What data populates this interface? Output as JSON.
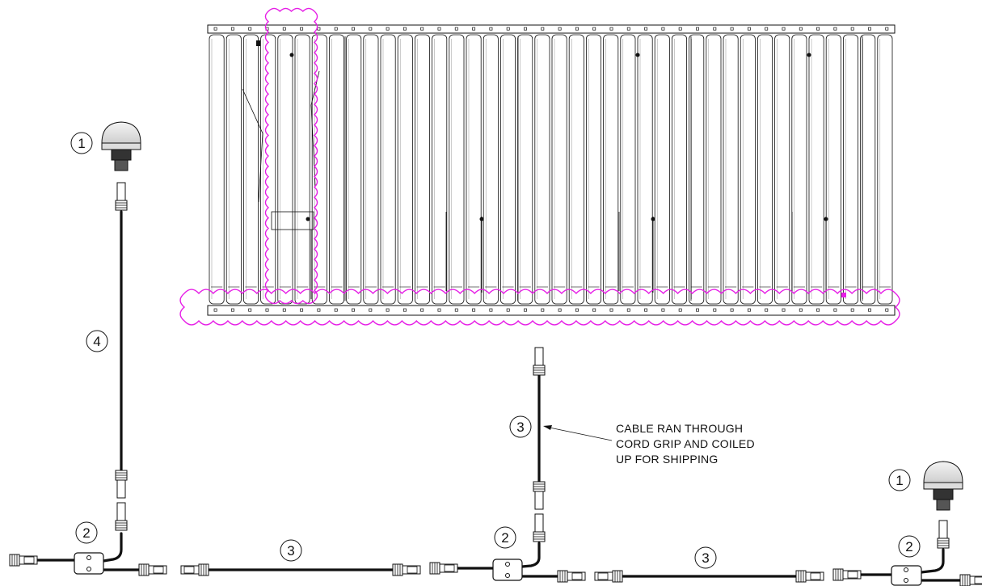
{
  "drawing": {
    "balloons": {
      "beacon_left": "1",
      "beacon_right": "1",
      "cable_vertical_left": "4",
      "cable_vertical_mid": "3",
      "cable_horizontal_left": "3",
      "cable_horizontal_right": "3",
      "splitter_left": "2",
      "splitter_mid": "2",
      "splitter_right": "2"
    },
    "note": {
      "line1": "CABLE RAN THROUGH",
      "line2": "CORD GRIP AND COILED",
      "line3": "UP FOR SHIPPING"
    },
    "colors": {
      "linework": "#111111",
      "revision_cloud": "#e61ee6",
      "panel_fill": "#ffffff"
    }
  }
}
